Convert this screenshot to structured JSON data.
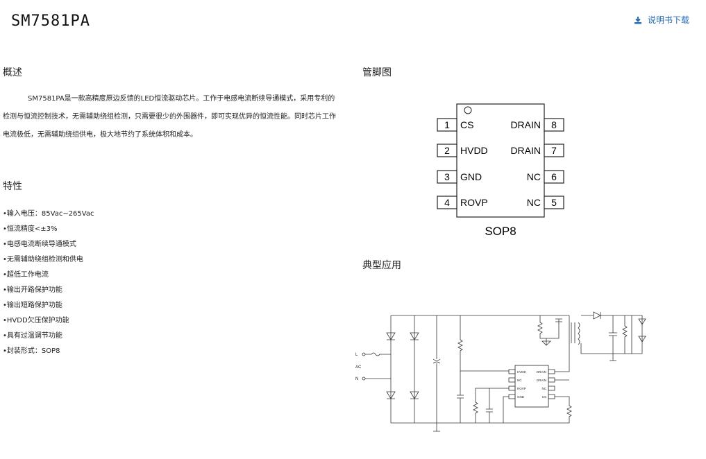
{
  "header": {
    "title": "SM7581PA",
    "download_label": "说明书下载",
    "download_icon": "download-icon",
    "accent_color": "#2a6cb5"
  },
  "overview": {
    "heading": "概述",
    "text": "SM7581PA是一款高精度原边反馈的LED恒流驱动芯片。工作于电感电流断续导通模式，采用专利的检测与恒流控制技术，无需辅助绕组检测，只需要很少的外围器件，即可实现优异的恒流性能。同时芯片工作电流极低，无需辅助绕组供电，极大地节约了系统体积和成本。"
  },
  "features": {
    "heading": "特性",
    "items": [
      "输入电压：85Vac~265Vac",
      "恒流精度<±3%",
      "电感电流断续导通模式",
      "无需辅助绕组检测和供电",
      "超低工作电流",
      "输出开路保护功能",
      "输出短路保护功能",
      "HVDD欠压保护功能",
      "具有过温调节功能",
      "封装形式：SOP8"
    ]
  },
  "pinout": {
    "heading": "管脚图",
    "package": "SOP8",
    "left_pins": [
      {
        "num": "1",
        "name": "CS"
      },
      {
        "num": "2",
        "name": "HVDD"
      },
      {
        "num": "3",
        "name": "GND"
      },
      {
        "num": "4",
        "name": "ROVP"
      }
    ],
    "right_pins": [
      {
        "num": "8",
        "name": "DRAIN"
      },
      {
        "num": "7",
        "name": "DRAIN"
      },
      {
        "num": "6",
        "name": "NC"
      },
      {
        "num": "5",
        "name": "NC"
      }
    ]
  },
  "application": {
    "heading": "典型应用",
    "labels": {
      "l": "L",
      "ac": "AC",
      "n": "N"
    },
    "chip_left": [
      "HVDD",
      "NC",
      "ROVP",
      "GND"
    ],
    "chip_right": [
      "DRAIN",
      "DRAIN",
      "NC",
      "CS"
    ]
  }
}
